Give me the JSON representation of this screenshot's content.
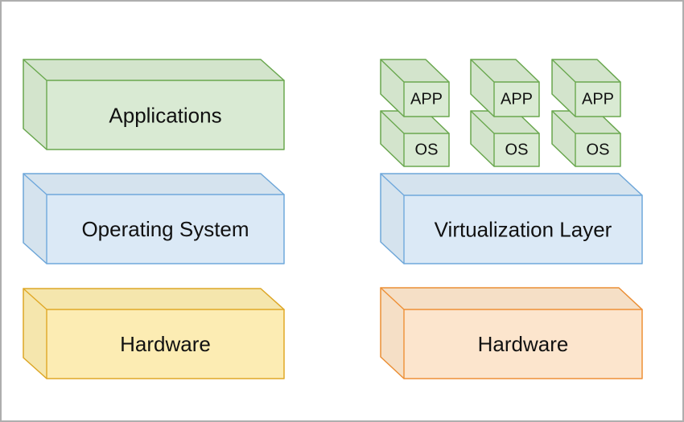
{
  "colors": {
    "green": {
      "fill": "#d9ead3",
      "stroke": "#6aa84f"
    },
    "blue": {
      "fill": "#dbe9f6",
      "stroke": "#6fa8dc"
    },
    "yellow": {
      "fill": "#fcecb3",
      "stroke": "#e0a827"
    },
    "orange": {
      "fill": "#fce5cd",
      "stroke": "#ee9036"
    }
  },
  "left_stack": {
    "applications_label": "Applications",
    "operating_system_label": "Operating System",
    "hardware_label": "Hardware"
  },
  "right_stack": {
    "vm_units": [
      {
        "app_label": "APP",
        "os_label": "OS"
      },
      {
        "app_label": "APP",
        "os_label": "OS"
      },
      {
        "app_label": "APP",
        "os_label": "OS"
      }
    ],
    "virtualization_label": "Virtualization Layer",
    "hardware_label": "Hardware"
  }
}
